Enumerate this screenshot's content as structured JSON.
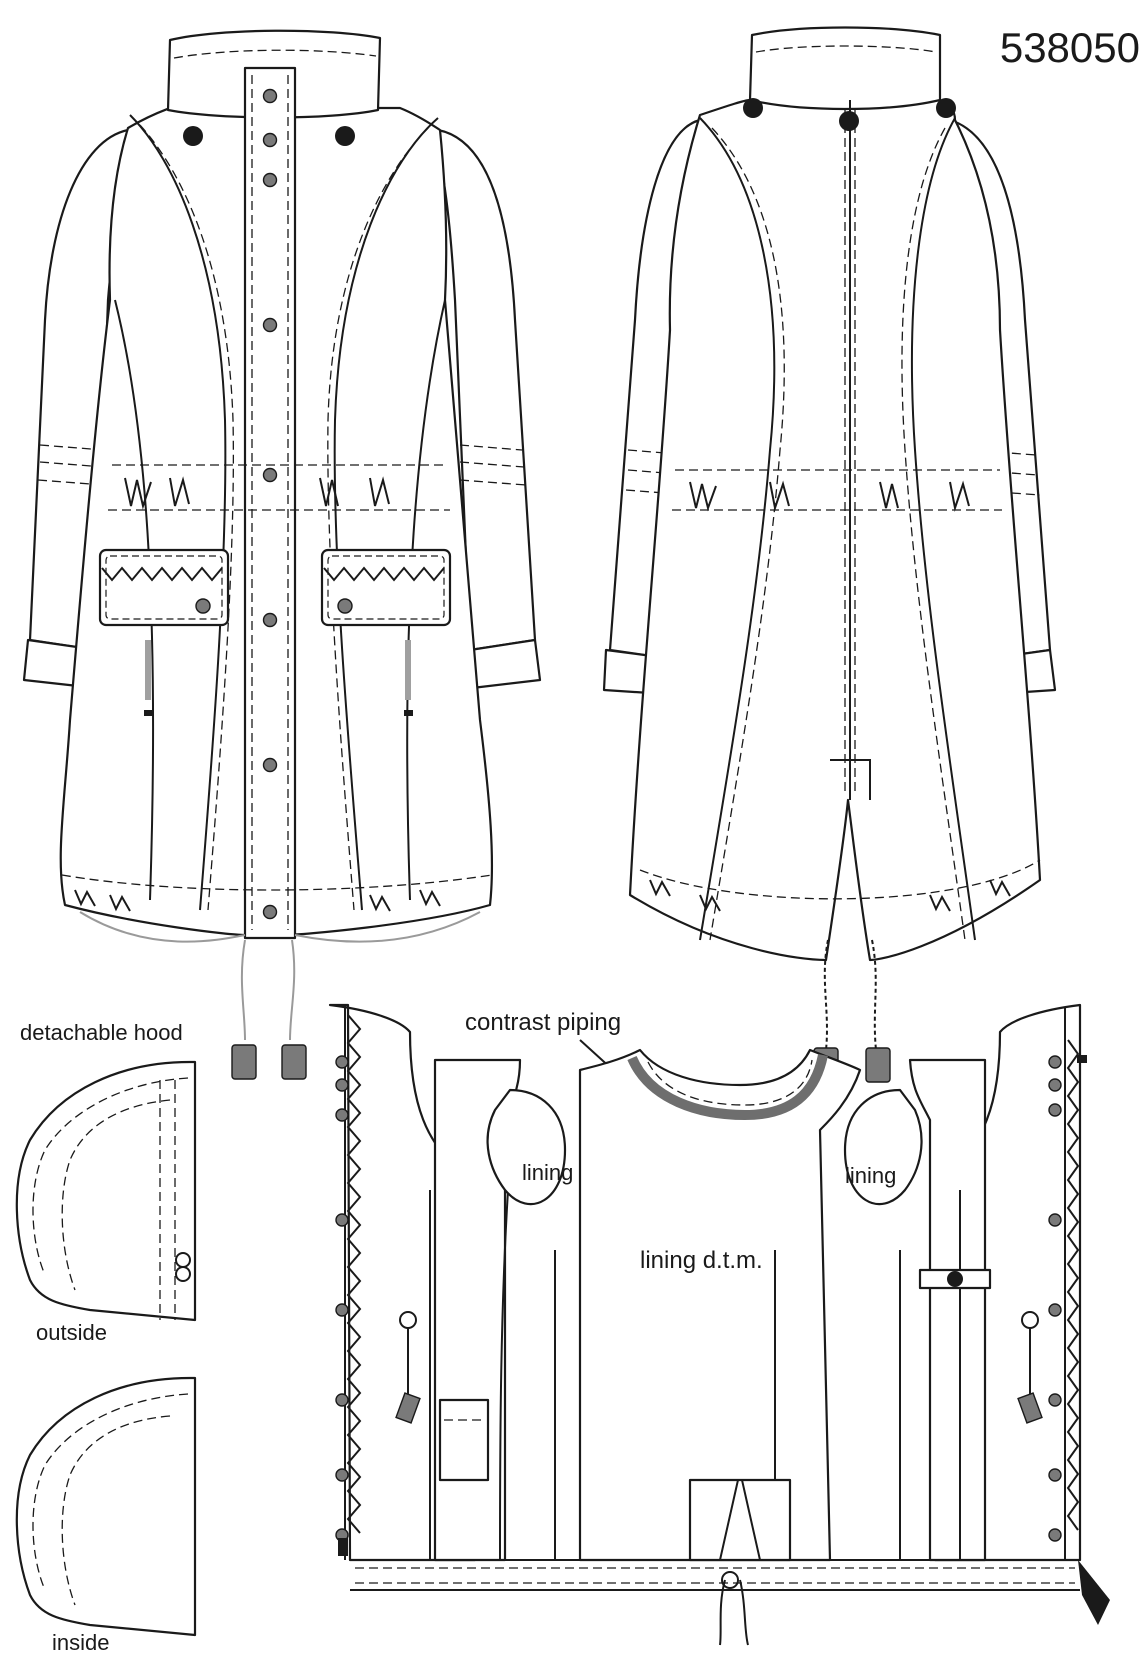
{
  "style_number": "538050",
  "labels": {
    "detachable_hood": "detachable hood",
    "outside": "outside",
    "inside": "inside",
    "contrast_piping": "contrast piping",
    "lining_left": "lining",
    "lining_right": "lining",
    "lining_dtm": "lining d.t.m."
  },
  "colors": {
    "line": "#1a1a1a",
    "button_grey": "#7a7a7a",
    "piping_grey": "#6e6e6e",
    "cord_stopper": "#6e6e6e"
  }
}
